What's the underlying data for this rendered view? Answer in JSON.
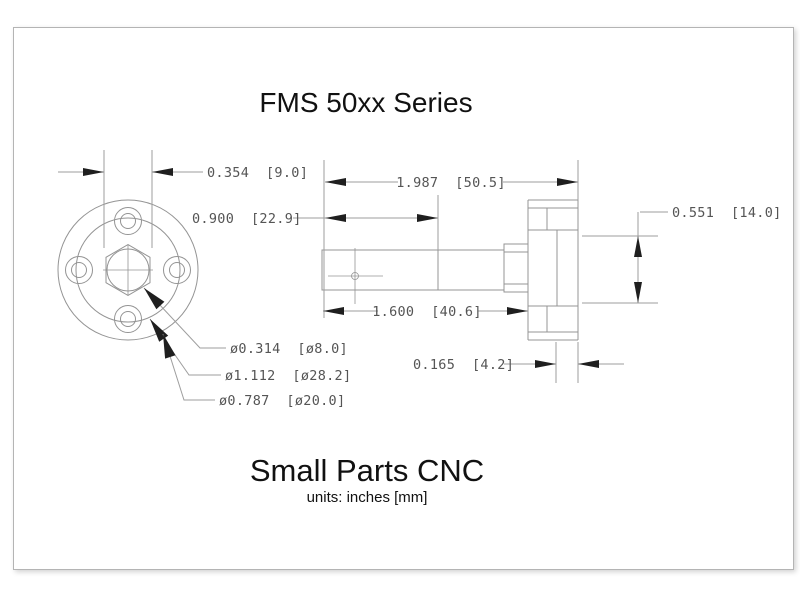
{
  "sheet": {
    "title": "FMS 50xx Series",
    "footer": {
      "company": "Small Parts CNC",
      "units_note": "units: inches [mm]"
    },
    "colors": {
      "line": "#949494",
      "dim_line": "#9e9e9e",
      "arrow": "#1f1f1f",
      "dim_text": "#555555",
      "text": "#111111",
      "border": "#b4b4b4",
      "background": "#ffffff"
    }
  },
  "dimensions": {
    "hex_across_flats": "0.354  [9.0]",
    "rear_section_length": "0.900  [22.9]",
    "overall_length": "1.987  [50.5]",
    "body_length": "1.600  [40.6]",
    "mount_hole_spacing": "0.551  [14.0]",
    "plate_thickness": "0.165  [4.2]",
    "shaft_diameter": "ø0.314  [ø8.0]",
    "flange_diameter": "ø1.112  [ø28.2]",
    "bolt_circle_diameter": "ø0.787  [ø20.0]"
  }
}
